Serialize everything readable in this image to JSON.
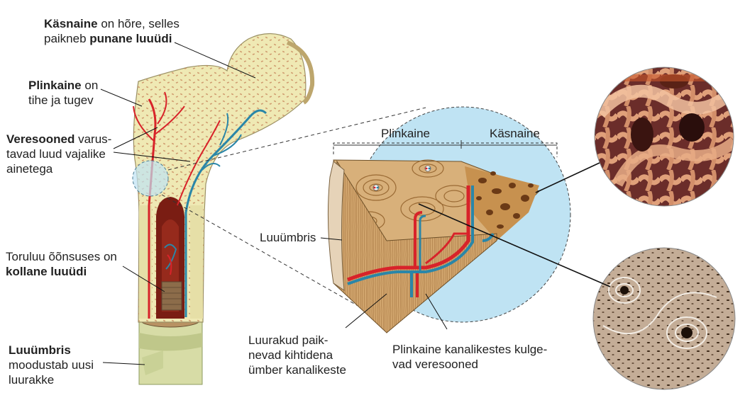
{
  "labels": {
    "kasnaine": {
      "bold1": "Käsnaine",
      "text1": " on hõre, selles",
      "text2": "paikneb ",
      "bold2": "punane luuüdi"
    },
    "plinkaine": {
      "bold1": "Plinkaine",
      "text1": " on",
      "text2": "tihe ja tugev"
    },
    "veresooned": {
      "bold1": "Veresooned",
      "text1": " varus-",
      "text2": "tavad luud vajalike",
      "text3": "ainetega"
    },
    "toruluu": {
      "text1": "Toruluu õõnsuses on",
      "bold1": "kollane luuüdi"
    },
    "luuumbris_left": {
      "bold1": "Luuümbris",
      "text1": "moodustab uusi",
      "text2": "luurakke"
    },
    "plinkaine_header": "Plinkaine",
    "kasnaine_header": "Käsnaine",
    "luuumbris_mid": "Luuümbris",
    "luurakud": {
      "text1": "Luurakud paik-",
      "text2": "nevad kihtidena",
      "text3": "ümber kanalikeste"
    },
    "kanalikestes": {
      "text1": "Plinkaine kanalikestes kulge-",
      "text2": "vad veresooned"
    }
  },
  "colors": {
    "bone": "#efe9b4",
    "bone_dots": "#c7875e",
    "zoom_circle": "#bfe3f3",
    "artery": "#d8232a",
    "vein": "#2a86a8",
    "marrow": "#7a1d13",
    "wood": "#c79a62",
    "spongy_micro": "#c07650",
    "compact_micro": "#a2856c"
  },
  "icons": [
    "femur-illustration",
    "bone-wedge-illustration",
    "spongy-bone-micrograph",
    "compact-bone-micrograph"
  ]
}
